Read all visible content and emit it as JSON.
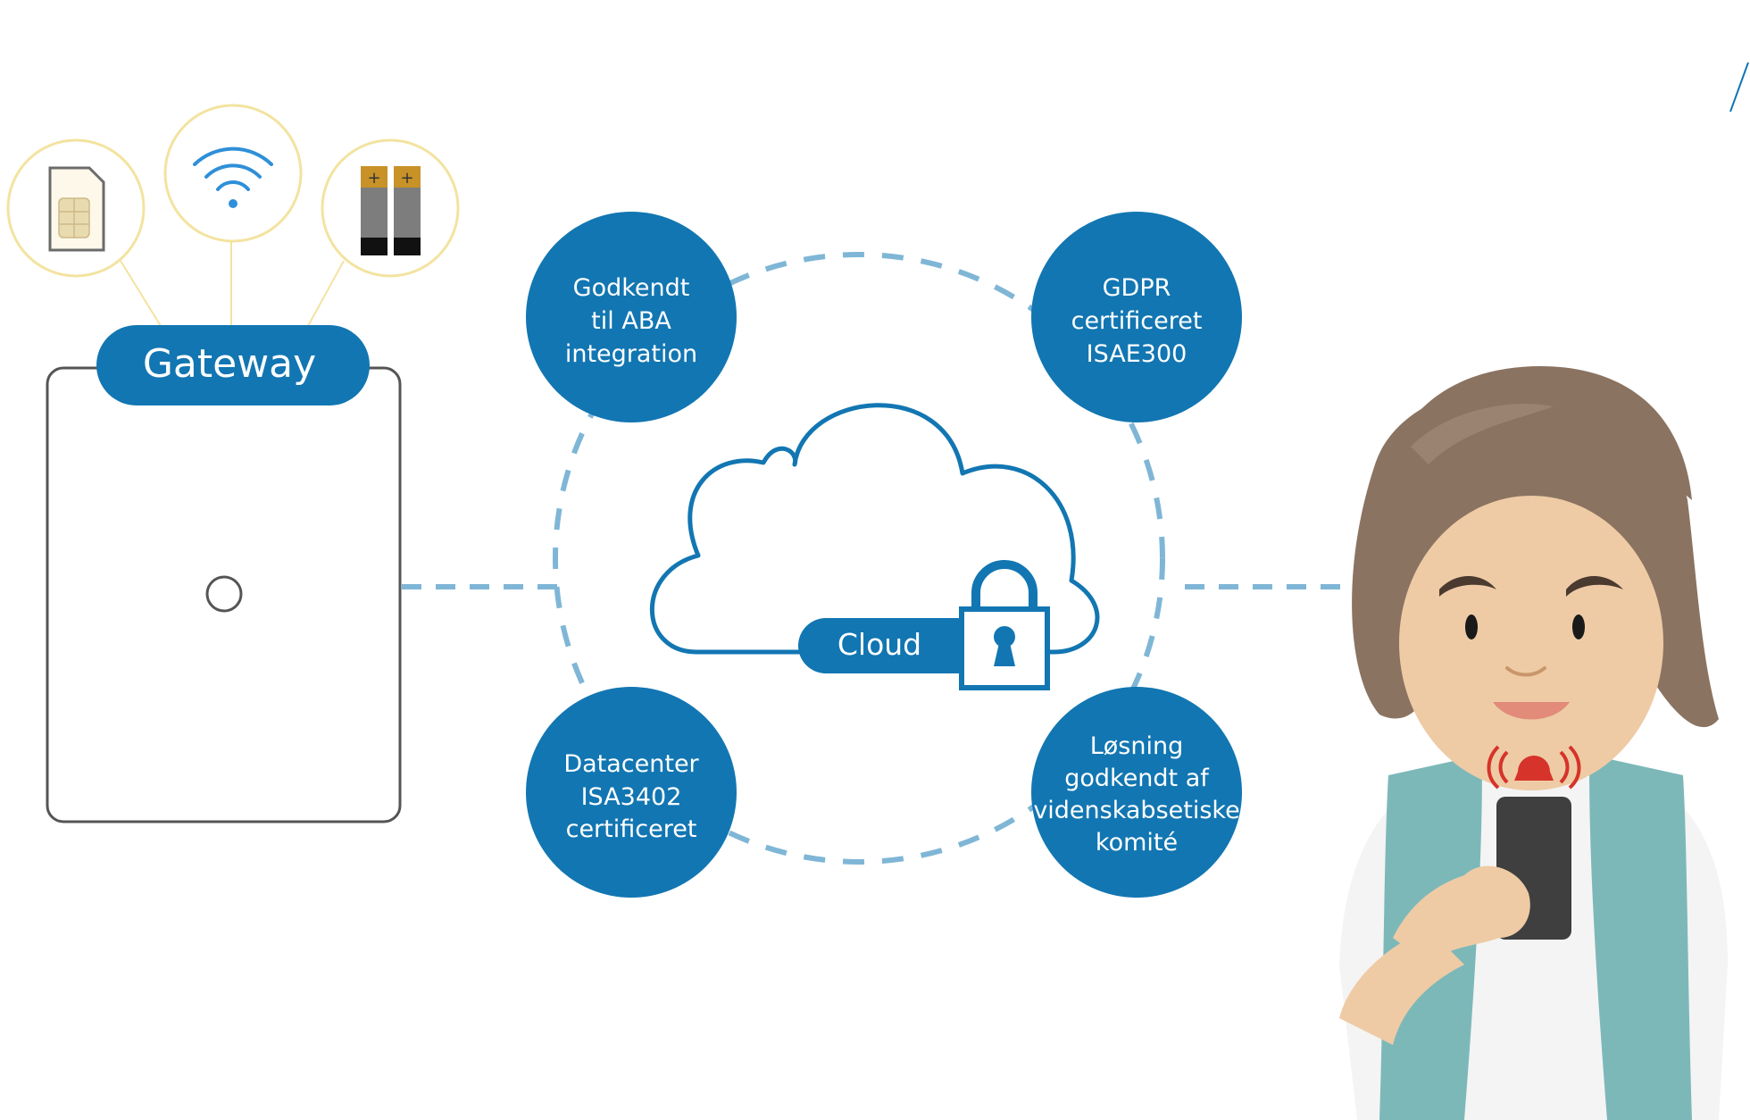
{
  "gateway": {
    "title": "Gateway",
    "icons": [
      "sim-card-icon",
      "wifi-icon",
      "battery-icon"
    ]
  },
  "cloud": {
    "label": "Cloud",
    "icon": "padlock-icon"
  },
  "badges": {
    "aba": [
      "Godkendt",
      "til ABA",
      "integration"
    ],
    "gdpr": [
      "GDPR",
      "certificeret",
      "ISAE300"
    ],
    "datacenter": [
      "Datacenter",
      "ISA3402",
      "certificeret"
    ],
    "ethics": [
      "Løsning",
      "godkendt af",
      "videnskabsetiske",
      "komité"
    ]
  },
  "person": {
    "icon": "person-with-alarm-phone-icon"
  },
  "colors": {
    "primary_blue": "#1276b2",
    "dashed_blue": "#7fb6d6",
    "yellow_outline": "#f3e3a0",
    "wifi_blue": "#2f8fd8",
    "battery_gold": "#c89228",
    "alarm_red": "#d6332a",
    "vest_teal": "#7db8b9",
    "hair_brown": "#8b7361",
    "skin": "#eecba5"
  }
}
